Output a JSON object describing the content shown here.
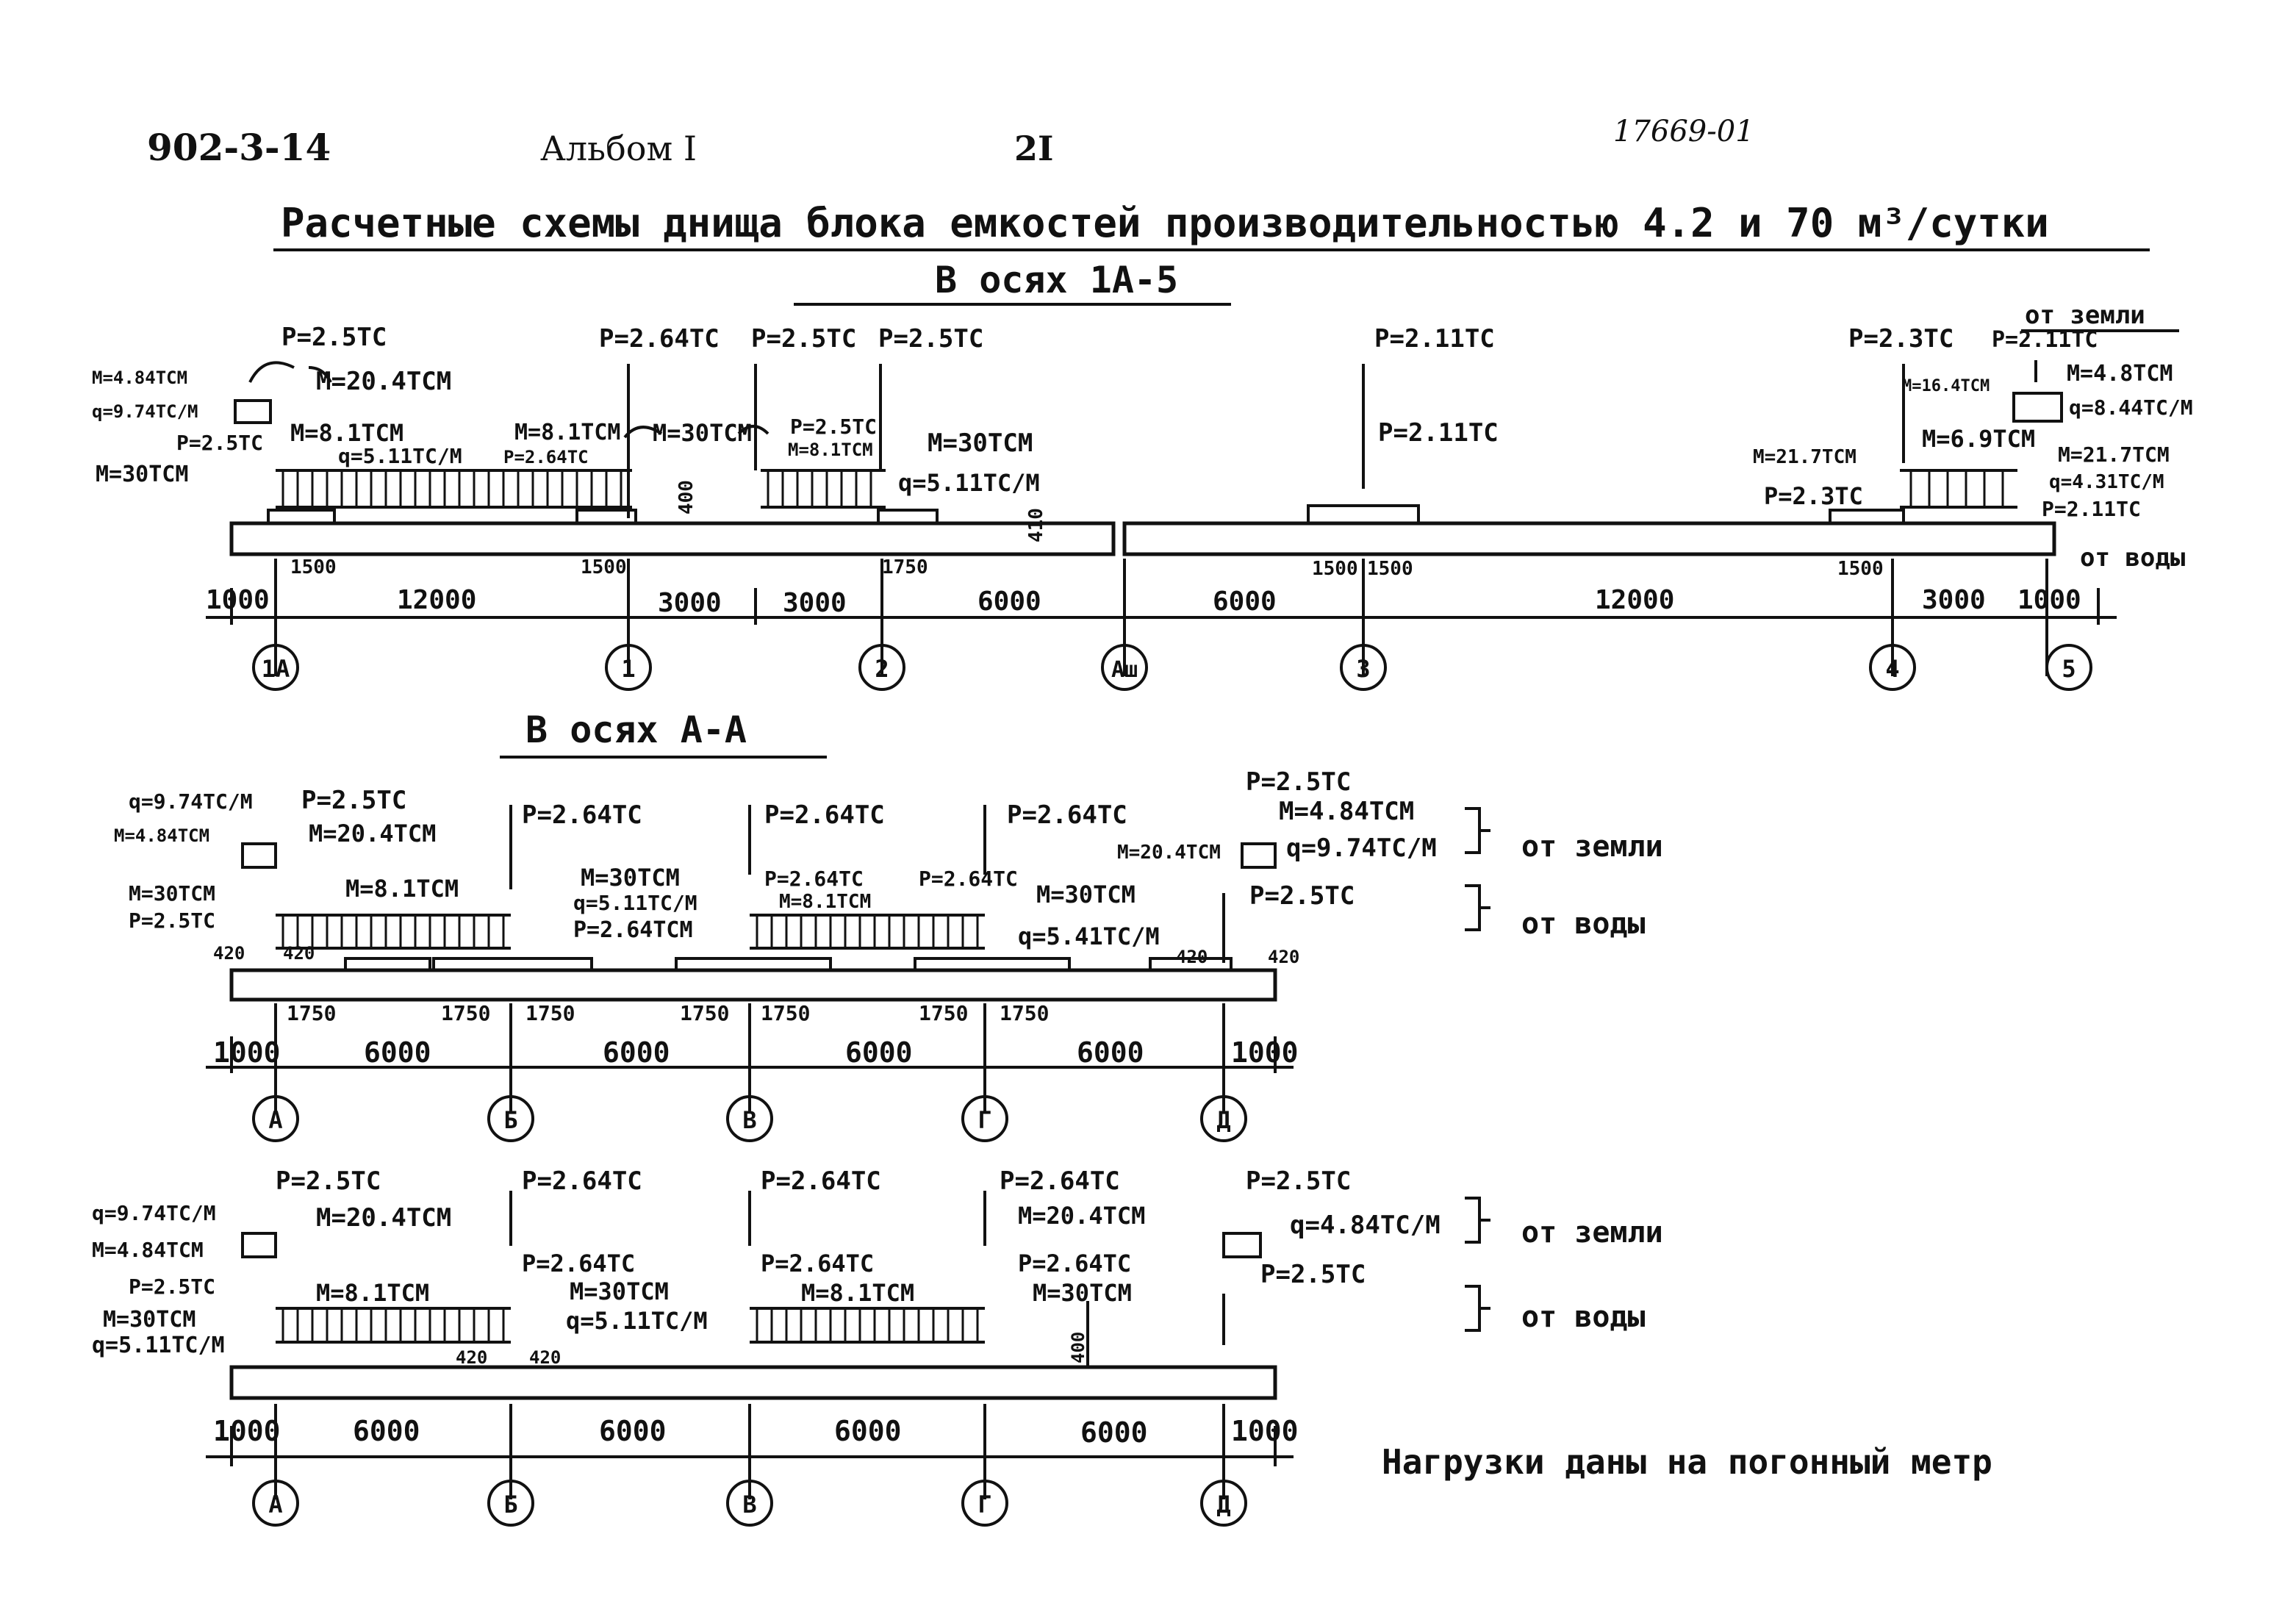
{
  "header": {
    "code": "902-3-14",
    "album": "Альбом I",
    "sheet": "2I",
    "stamp": "17669-01"
  },
  "title": "Расчетные схемы днища блока емкостей производительностью 4.2 и 70 м³/сутки",
  "sections": {
    "s1": "В осях 1А-5",
    "s2": "В осях А-А"
  },
  "notes": {
    "from_soil": "от земли",
    "from_water": "от воды",
    "footer": "Нагрузки даны на погонный метр"
  },
  "scheme1": {
    "axes": [
      "1А",
      "1",
      "2",
      "Аш",
      "3",
      "4",
      "5"
    ],
    "spans": [
      "1000",
      "12000",
      "3000",
      "3000",
      "6000",
      "6000",
      "12000",
      "3000",
      "1000"
    ],
    "subdims": [
      "1500",
      "1500",
      "1750",
      "1500",
      "1500",
      "1500"
    ],
    "labels": [
      "Р=2.5ТС",
      "М=4.84ТСМ",
      "q=9.74ТС/М",
      "М=20.4ТСМ",
      "Р=2.5ТС",
      "М=30ТСМ",
      "М=8.1ТСМ",
      "q=5.11ТС/М",
      "Р=2.64ТС",
      "М=8.1ТСМ",
      "Р=2.64ТС",
      "М=30ТСМ",
      "400",
      "Р=2.5ТС",
      "Р=2.5ТС",
      "Р=2.5ТС",
      "М=8.1ТСМ",
      "М=30ТСМ",
      "q=5.11ТС/М",
      "410",
      "Р=2.11ТС",
      "Р=2.11ТС",
      "Р=2.3ТС",
      "Р=2.11ТС",
      "М=16.4ТСМ",
      "М=4.8ТСМ",
      "q=8.44ТС/М",
      "М=21.7ТСМ",
      "М=6.9ТСМ",
      "М=21.7ТСМ",
      "Р=2.3ТС",
      "q=4.31ТС/М",
      "Р=2.11ТС"
    ]
  },
  "scheme2": {
    "axes": [
      "А",
      "Б",
      "В",
      "Г",
      "Д"
    ],
    "spans": [
      "1000",
      "6000",
      "6000",
      "6000",
      "6000",
      "1000"
    ],
    "subdims": [
      "1750",
      "1750",
      "1750",
      "1750",
      "1750",
      "1750",
      "1750"
    ],
    "labels": [
      "q=9.74ТС/М",
      "Р=2.5ТС",
      "М=4.84ТСМ",
      "М=20.4ТСМ",
      "Р=2.64ТС",
      "Р=2.64ТС",
      "Р=2.64ТС",
      "Р=2.5ТС",
      "М=4.84ТСМ",
      "М=20.4ТСМ",
      "q=9.74ТС/М",
      "М=30ТСМ",
      "М=8.1ТСМ",
      "М=30ТСМ",
      "q=5.11ТС/М",
      "Р=2.64ТСМ",
      "Р=2.64ТС",
      "М=8.1ТСМ",
      "Р=2.64ТС",
      "М=30ТСМ",
      "Р=2.5ТС",
      "Р=2.5ТС",
      "q=5.41ТС/М",
      "420",
      "420",
      "420",
      "420"
    ]
  },
  "scheme3": {
    "axes": [
      "А",
      "Б",
      "В",
      "Г",
      "Д"
    ],
    "spans": [
      "1000",
      "6000",
      "6000",
      "6000",
      "6000",
      "1000"
    ],
    "labels": [
      "q=9.74ТС/М",
      "Р=2.5ТС",
      "М=20.4ТСМ",
      "М=4.84ТСМ",
      "Р=2.64ТС",
      "Р=2.64ТС",
      "Р=2.64ТС",
      "М=20.4ТСМ",
      "Р=2.5ТС",
      "q=4.84ТС/М",
      "Р=2.5ТС",
      "М=30ТСМ",
      "q=5.11ТС/М",
      "М=8.1ТСМ",
      "Р=2.64ТС",
      "М=30ТСМ",
      "q=5.11ТС/М",
      "Р=2.64ТС",
      "М=8.1ТСМ",
      "Р=2.64ТС",
      "М=30ТСМ",
      "Р=2.5ТС",
      "420",
      "420",
      "400"
    ]
  }
}
